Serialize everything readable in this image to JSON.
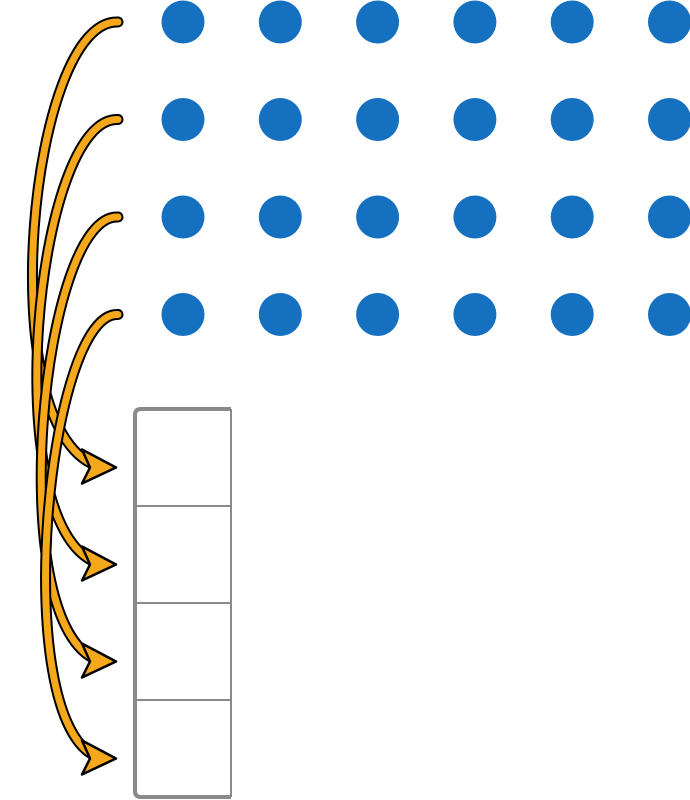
{
  "diagram": {
    "dot_grid": {
      "rows": 4,
      "columns": 6,
      "dot_color": "#1670C0"
    },
    "column_box": {
      "cells": 4,
      "border_color": "#8A8A8A",
      "fill_color": "#FFFFFF"
    },
    "arrows": {
      "count": 4,
      "mapping": [
        {
          "from_row": 1,
          "to_cell": 1
        },
        {
          "from_row": 2,
          "to_cell": 2
        },
        {
          "from_row": 3,
          "to_cell": 3
        },
        {
          "from_row": 4,
          "to_cell": 4
        }
      ],
      "fill_color": "#F5A81C",
      "outline_color": "#000000"
    }
  }
}
